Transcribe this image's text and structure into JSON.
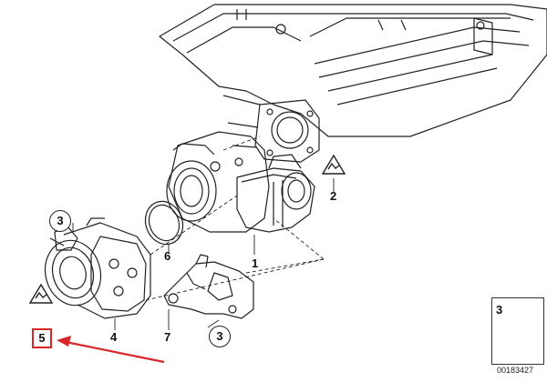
{
  "callouts": {
    "part_1": "1",
    "part_2": "2",
    "part_4": "4",
    "part_5": "5",
    "part_6": "6",
    "part_7": "7",
    "circle_3_top": "3",
    "circle_3_bottom": "3"
  },
  "reference_box": {
    "qty": "3",
    "image_code": "00183427"
  },
  "colors": {
    "line": "#222222",
    "highlight": "#d8262b",
    "arrow": "#d8262b"
  },
  "icons": [
    "warning-triangle-icon",
    "bolt-icon",
    "arrow-icon"
  ]
}
